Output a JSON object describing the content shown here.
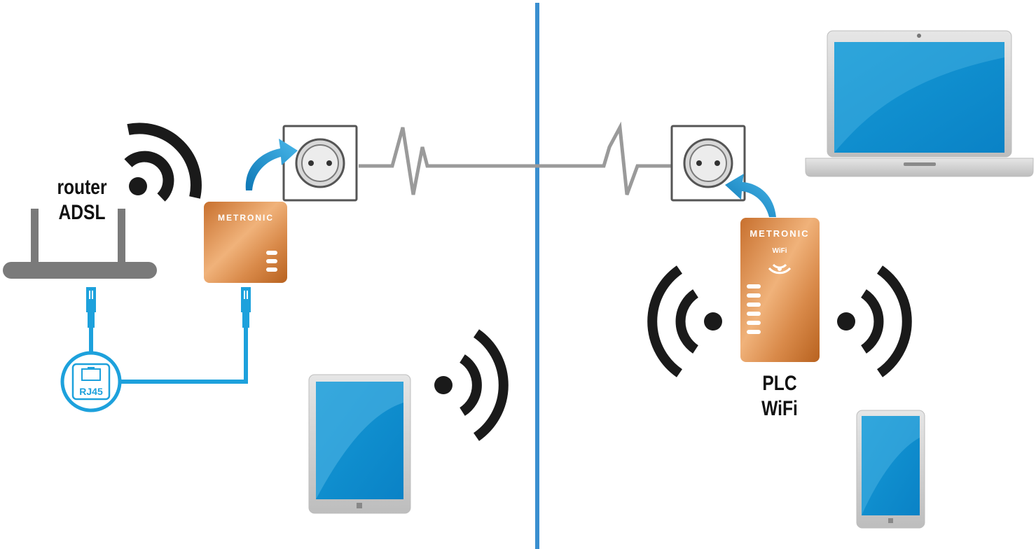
{
  "router": {
    "line1": "router",
    "line2": "ADSL"
  },
  "adapter_left": {
    "brand": "METRONIC"
  },
  "adapter_right": {
    "brand": "METRONIC",
    "wifi_label": "WiFi"
  },
  "connector": {
    "label": "RJ45"
  },
  "plc_wifi": {
    "line1": "PLC",
    "line2": "WiFi"
  },
  "icons": {
    "wifi": "wifi-signal-icon",
    "socket": "power-socket-icon",
    "ethernet": "rj45-plug-icon",
    "tablet": "tablet-icon",
    "laptop": "laptop-icon",
    "phone": "smartphone-icon",
    "arrow": "plug-in-arrow-icon"
  },
  "colors": {
    "divider": "#3a8fd0",
    "cable": "#1da1dc",
    "orange": "#d98a4a",
    "dark": "#222222",
    "screen": "#1a9fdb",
    "grey": "#c8c8c8"
  }
}
